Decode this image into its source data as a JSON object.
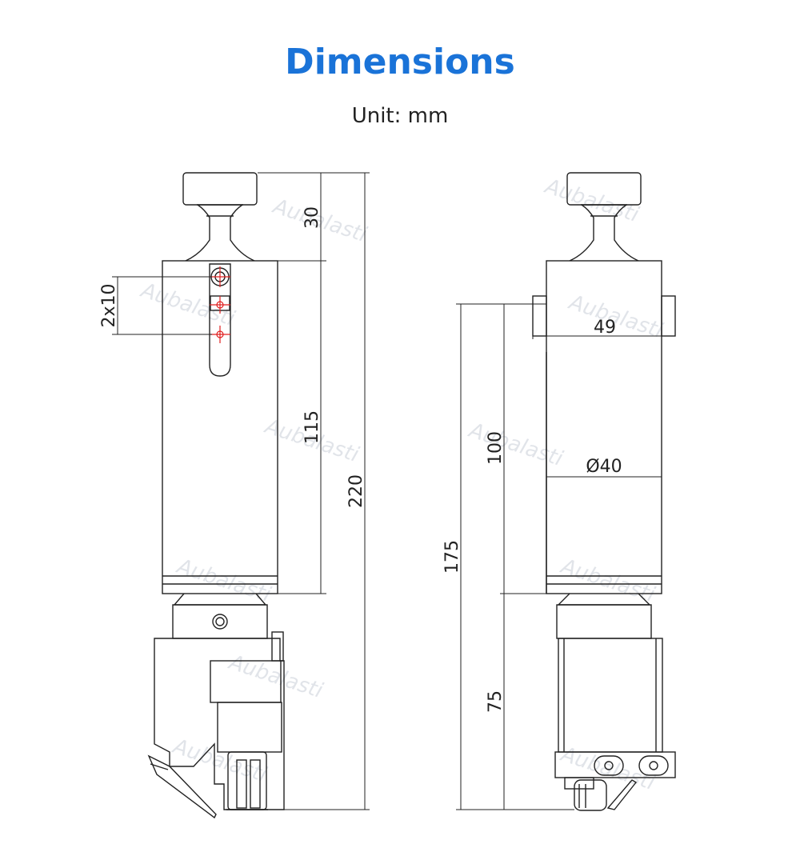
{
  "header": {
    "title": "Dimensions",
    "unit": "Unit: mm"
  },
  "watermark": "Aubalasti",
  "left_view": {
    "dim_top": "30",
    "dim_body": "115",
    "dim_total": "220",
    "dim_holes": "2x10"
  },
  "right_view": {
    "dim_width": "49",
    "dim_diameter": "Ø40",
    "dim_upper": "100",
    "dim_lower": "75",
    "dim_total": "175"
  },
  "colors": {
    "title": "#1a73d8",
    "lines": "#222222",
    "marks": "#e02020"
  }
}
